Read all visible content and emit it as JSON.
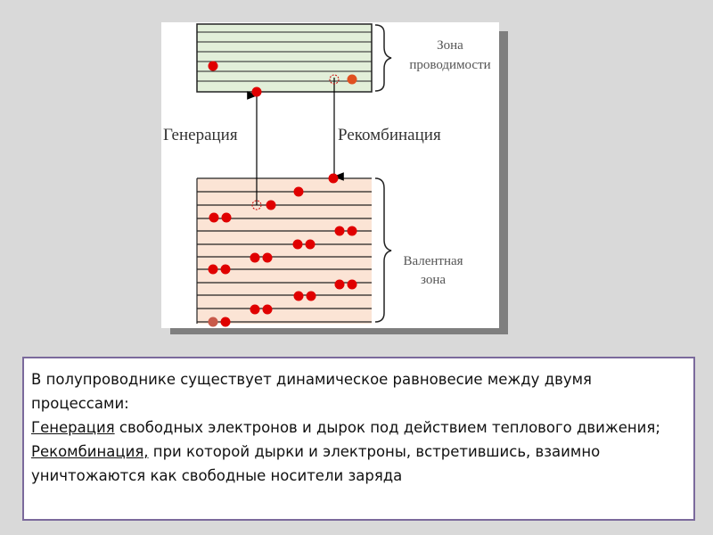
{
  "diagram": {
    "conduction_label_line1": "Зона",
    "conduction_label_line2": "проводимости",
    "valence_label_line1": "Валентная",
    "valence_label_line2": "зона",
    "generation_label": "Генерация",
    "recombination_label": "Рекомбинация",
    "colors": {
      "conduction_fill": "#e2efd9",
      "valence_fill": "#fbe4d5",
      "electron": "#e00000",
      "border": "#7b6a9c"
    }
  },
  "text": {
    "line1": "В полупроводнике существует динамическое равновесие между двумя процессами:",
    "generation_word": "Генерация",
    "generation_rest": " свободных электронов и дырок под действием теплового движения;",
    "recombination_word": "Рекомбинация,",
    "recombination_rest": " при которой дырки и электроны, встретившись, взаимно уничтожаются как свободные носители заряда"
  }
}
